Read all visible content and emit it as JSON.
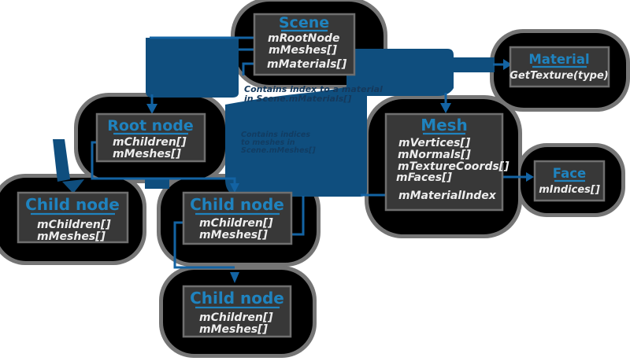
{
  "boxes": {
    "scene": {
      "title": "Scene",
      "fields": [
        "mRootNode",
        "mMeshes[]",
        "mMaterials[]"
      ]
    },
    "material": {
      "title": "Material",
      "fields": [
        "GetTexture(type)"
      ]
    },
    "mesh": {
      "title": "Mesh",
      "fields": [
        "mVertices[]",
        "mNormals[]",
        "mTextureCoords[]",
        "mFaces[]",
        "mMaterialIndex"
      ]
    },
    "face": {
      "title": "Face",
      "fields": [
        "mIndices[]"
      ]
    },
    "root_node": {
      "title": "Root node",
      "fields": [
        "mChildren[]",
        "mMeshes[]"
      ]
    },
    "child_node_left": {
      "title": "Child node",
      "fields": [
        "mChildren[]",
        "mMeshes[]"
      ]
    },
    "child_node_middle": {
      "title": "Child node",
      "fields": [
        "mChildren[]",
        "mMeshes[]"
      ]
    },
    "child_node_bottom": {
      "title": "Child node",
      "fields": [
        "mChildren[]",
        "mMeshes[]"
      ]
    }
  },
  "annotations": {
    "material_note": [
      "Contains index to a material",
      "in Scene.mMaterials[]"
    ],
    "mesh_note": [
      "Contains indices",
      "to meshes in",
      "Scene.mMeshes[]"
    ]
  },
  "colors": {
    "field_blue": "#0F4E7E",
    "line_blue": "#1363A3",
    "chev_blue": "#1565A6",
    "title_blue": "#1F83BF",
    "box_bg": "#383838",
    "box_border": "#6F6F6F",
    "blob_black": "#000000",
    "blob_rim": "#757575",
    "field_text": "#EDEDED",
    "note_text": "#15395C",
    "note2_text": "#113C62",
    "page_bg": "#FFFFFF"
  }
}
